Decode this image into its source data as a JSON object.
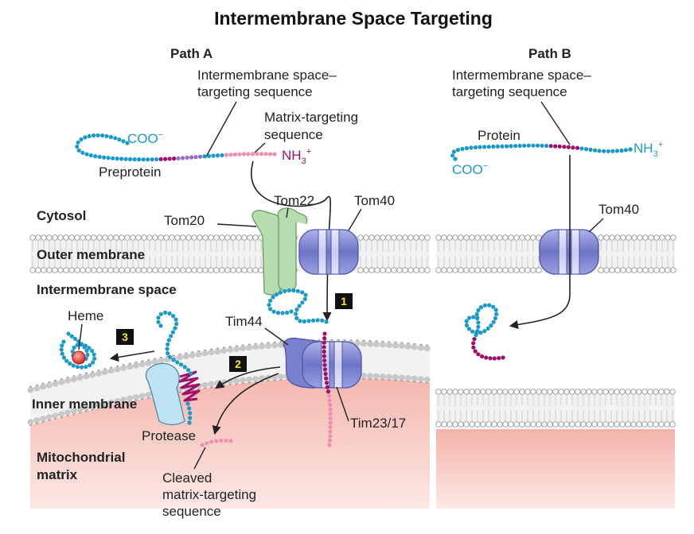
{
  "title": "Intermembrane Space Targeting",
  "path_a": {
    "label": "Path A",
    "ims_seq_line1": "Intermembrane space–",
    "ims_seq_line2": "targeting sequence",
    "matrix_seq_line1": "Matrix-targeting",
    "matrix_seq_line2": "sequence",
    "coo": "COO",
    "coo_sup": "−",
    "nh3": "NH",
    "nh3_sub": "3",
    "nh3_sup": "+",
    "preprotein": "Preprotein",
    "tom22": "Tom22",
    "tom40": "Tom40",
    "tom20": "Tom20",
    "tim44": "Tim44",
    "tim2317": "Tim23/17",
    "heme": "Heme",
    "protease": "Protease",
    "cleaved_line1": "Cleaved",
    "cleaved_line2": "matrix-targeting",
    "cleaved_line3": "sequence",
    "step1": "1",
    "step2": "2",
    "step3": "3"
  },
  "regions": {
    "cytosol": "Cytosol",
    "outer_membrane": "Outer membrane",
    "intermembrane_space": "Intermembrane space",
    "inner_membrane": "Inner membrane",
    "matrix_line1": "Mitochondrial",
    "matrix_line2": "matrix"
  },
  "path_b": {
    "label": "Path B",
    "ims_seq_line1": "Intermembrane space–",
    "ims_seq_line2": "targeting sequence",
    "protein": "Protein",
    "coo": "COO",
    "coo_sup": "−",
    "nh3": "NH",
    "nh3_sub": "3",
    "nh3_sup": "+",
    "tom40": "Tom40"
  },
  "colors": {
    "chain_blue": "#1a9ac9",
    "ims_magenta": "#a0106a",
    "matrix_pink": "#f08fb4",
    "purple_seq": "#9a6ac8",
    "tom_complex": "#8a90d8",
    "tom20_green": "#b6dcb0",
    "matrix_fill": "#f6c0b8",
    "protease_blue": "#bfe3f2",
    "step_box": "#111111",
    "step_number": "#f7e61b"
  }
}
